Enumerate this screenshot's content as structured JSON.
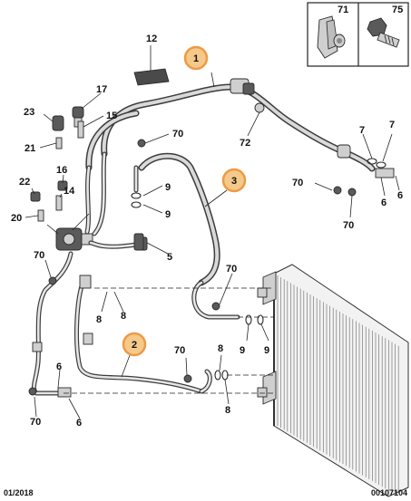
{
  "inset": {
    "left_part": "71",
    "right_part": "75"
  },
  "callouts": [
    "1",
    "2",
    "3"
  ],
  "labels": {
    "p12": "12",
    "p17": "17",
    "p15": "15",
    "p23": "23",
    "p21": "21",
    "p16": "16",
    "p22": "22",
    "p14": "14",
    "p20": "20",
    "p70_top": "70",
    "p72": "72",
    "p9_a": "9",
    "p9_b": "9",
    "p5": "5",
    "p7_a": "7",
    "p7_b": "7",
    "p70_right": "70",
    "p6_ra": "6",
    "p6_rb": "6",
    "p70_rightb": "70",
    "p70_left": "70",
    "p8_a": "8",
    "p8_b": "8",
    "p70_mid": "70",
    "p9_c": "9",
    "p9_d": "9",
    "p6_l": "6",
    "p70_bl": "70",
    "p6_bl": "6",
    "p70_bm": "70",
    "p8_c": "8",
    "p8_d": "8"
  },
  "footer": {
    "date": "01/2018",
    "reference": "00107104"
  },
  "colors": {
    "callout_fill": "#f5c98a",
    "callout_ring": "#ee9a44",
    "line": "#3c3c3c"
  }
}
